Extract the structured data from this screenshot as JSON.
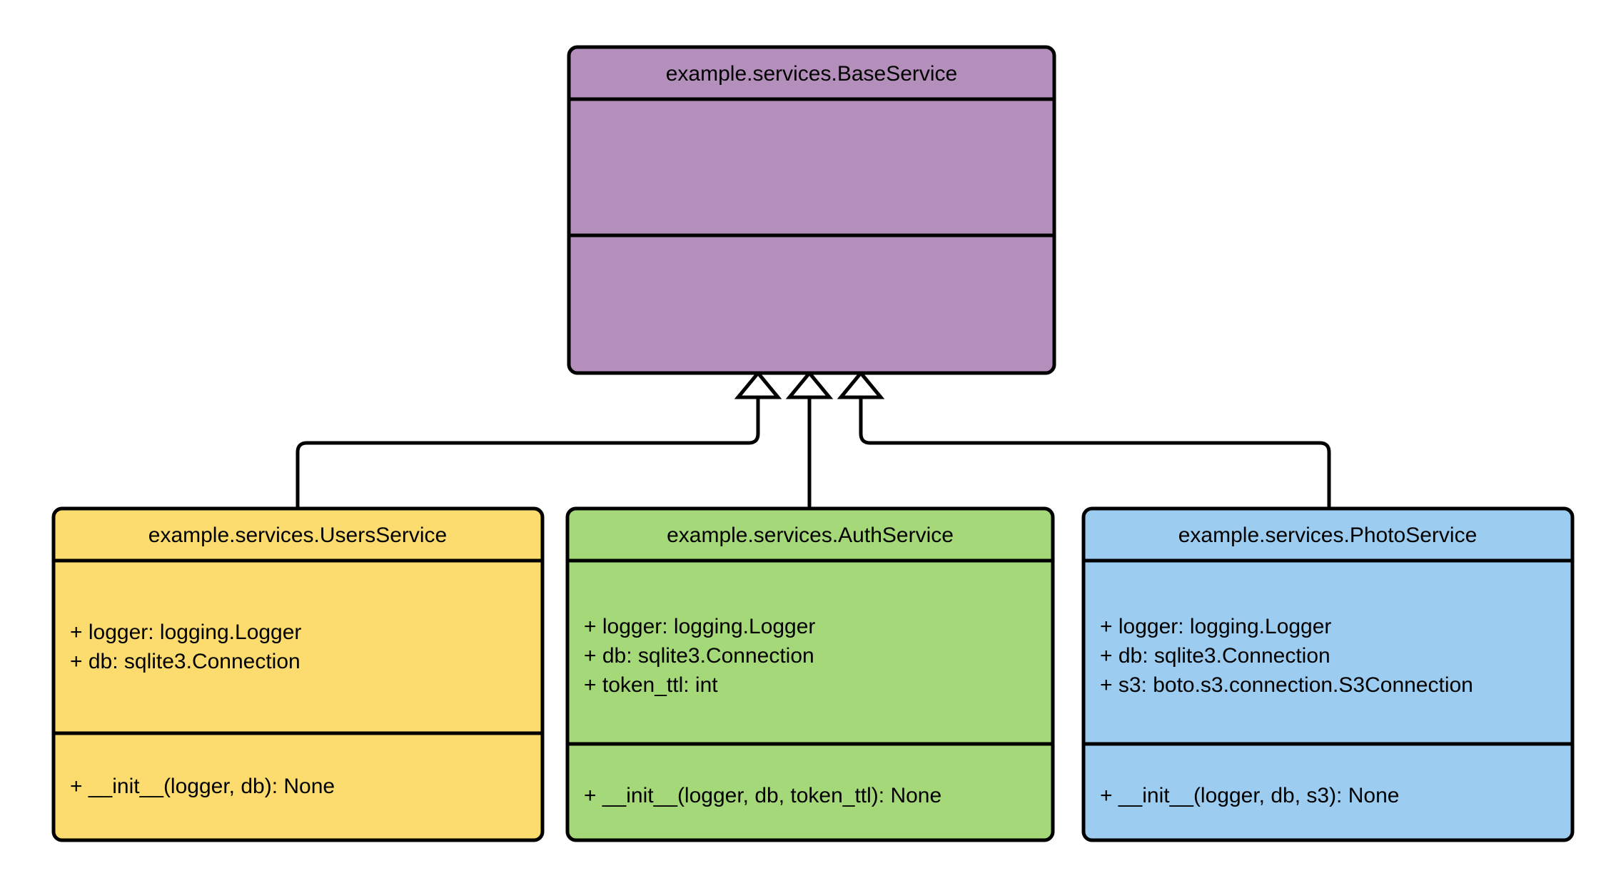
{
  "diagram": {
    "kind": "uml-class-diagram",
    "background_color": "#FFFFFF",
    "border_color": "#000000",
    "relationship": "generalization"
  },
  "classes": {
    "base": {
      "name": "example.services.BaseService",
      "fill_color": "#B48FBB",
      "attributes": [],
      "methods": []
    },
    "users": {
      "name": "example.services.UsersService",
      "fill_color": "#FCDC6F",
      "attributes": [
        "+ logger: logging.Logger",
        "+ db: sqlite3.Connection"
      ],
      "methods": [
        "+ __init__(logger, db): None"
      ]
    },
    "auth": {
      "name": "example.services.AuthService",
      "fill_color": "#A4D878",
      "attributes": [
        "+ logger: logging.Logger",
        "+ db: sqlite3.Connection",
        "+ token_ttl: int"
      ],
      "methods": [
        "+ __init__(logger, db, token_ttl): None"
      ]
    },
    "photo": {
      "name": "example.services.PhotoService",
      "fill_color": "#9CCDF0",
      "attributes": [
        "+ logger: logging.Logger",
        "+ db: sqlite3.Connection",
        "+ s3: boto.s3.connection.S3Connection"
      ],
      "methods": [
        "+ __init__(logger, db, s3): None"
      ]
    }
  },
  "edges": [
    {
      "from": "example.services.UsersService",
      "to": "example.services.BaseService",
      "type": "generalization"
    },
    {
      "from": "example.services.AuthService",
      "to": "example.services.BaseService",
      "type": "generalization"
    },
    {
      "from": "example.services.PhotoService",
      "to": "example.services.BaseService",
      "type": "generalization"
    }
  ]
}
